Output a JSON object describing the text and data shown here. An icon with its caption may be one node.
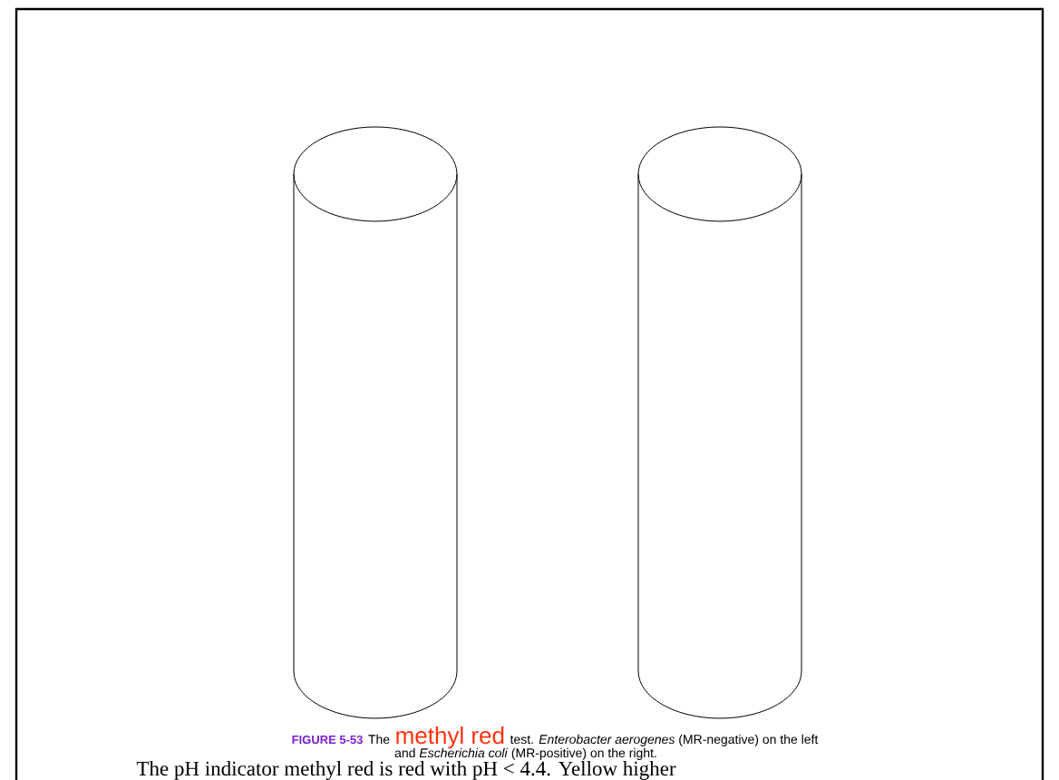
{
  "diagram": {
    "labels": [
      "FIGURE 5-53",
      "The",
      "methyl red",
      "test. *Enterobacter aerogenes* (MR-negative) on the left",
      "and *Escherichia coli* (MR-positive) on the right.",
      "The pH indicator methyl red is red with pH < 4.4. Yellow higher"
    ]
  }
}
